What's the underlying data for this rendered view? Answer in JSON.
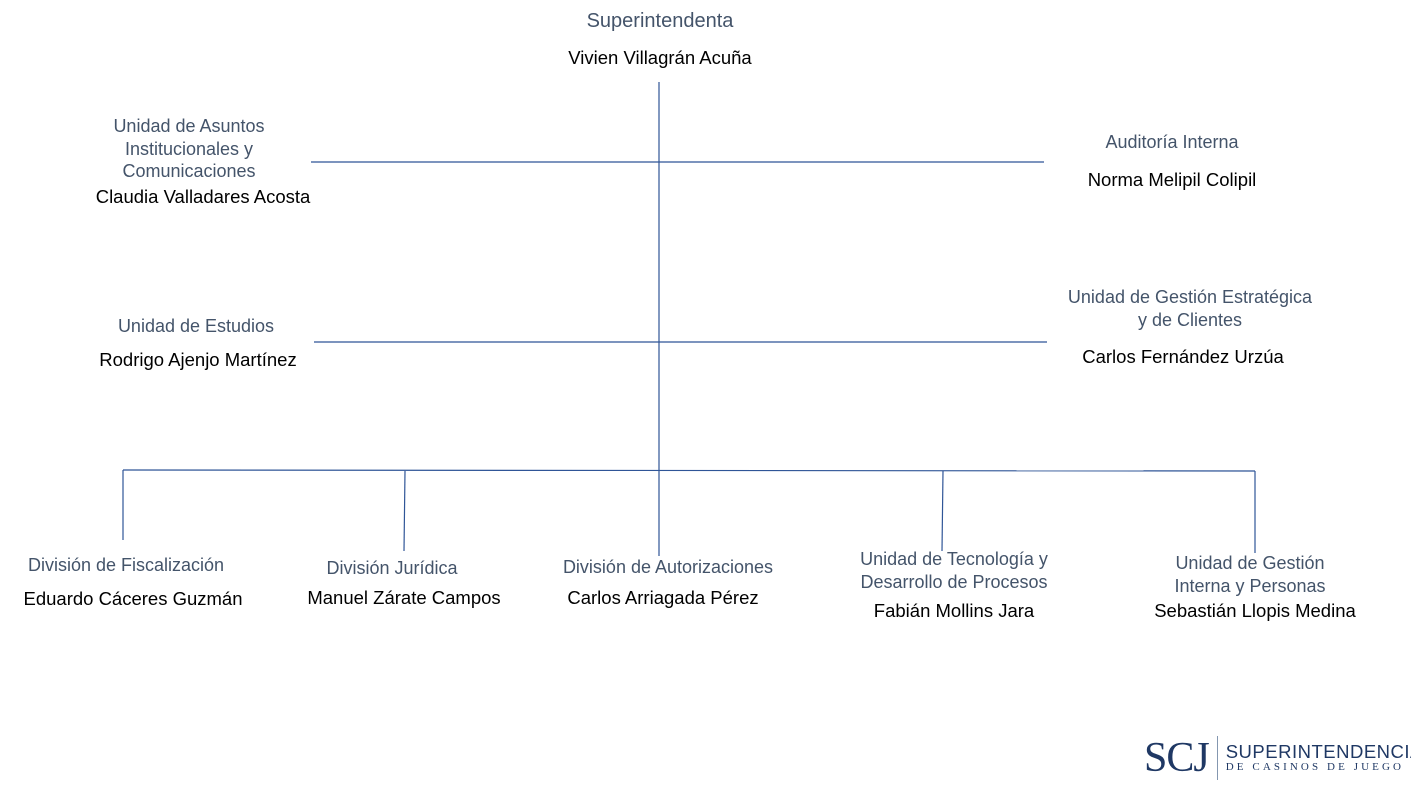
{
  "colors": {
    "unit_text": "#44546A",
    "person_text": "#000000",
    "line": "#2F5597",
    "logo": "#1F3864",
    "logo_divider": "#8497B0"
  },
  "top": {
    "unit": "Superintendenta",
    "person": "Vivien Villagrán Acuña"
  },
  "staff_left": [
    {
      "unit": "Unidad de Asuntos\nInstitucionales y\nComunicaciones",
      "person": "Claudia Valladares Acosta"
    },
    {
      "unit": "Unidad de Estudios",
      "person": "Rodrigo Ajenjo Martínez"
    }
  ],
  "staff_right": [
    {
      "unit": "Auditoría Interna",
      "person": "Norma Melipil Colipil"
    },
    {
      "unit": "Unidad de Gestión Estratégica\ny de Clientes",
      "person": "Carlos Fernández Urzúa"
    }
  ],
  "divisions": [
    {
      "unit": "División de Fiscalización",
      "person": "Eduardo Cáceres Guzmán"
    },
    {
      "unit": "División Jurídica",
      "person": "Manuel Zárate Campos"
    },
    {
      "unit": "División de Autorizaciones",
      "person": "Carlos Arriagada Pérez"
    },
    {
      "unit": "Unidad de Tecnología y\nDesarrollo de Procesos",
      "person": "Fabián Mollins Jara"
    },
    {
      "unit": "Unidad de Gestión\nInterna y Personas",
      "person": "Sebastián Llopis Medina"
    }
  ],
  "logo": {
    "mark": "SCJ",
    "line1": "SUPERINTENDENCIA",
    "line2": "DE CASINOS DE JUEGO"
  }
}
